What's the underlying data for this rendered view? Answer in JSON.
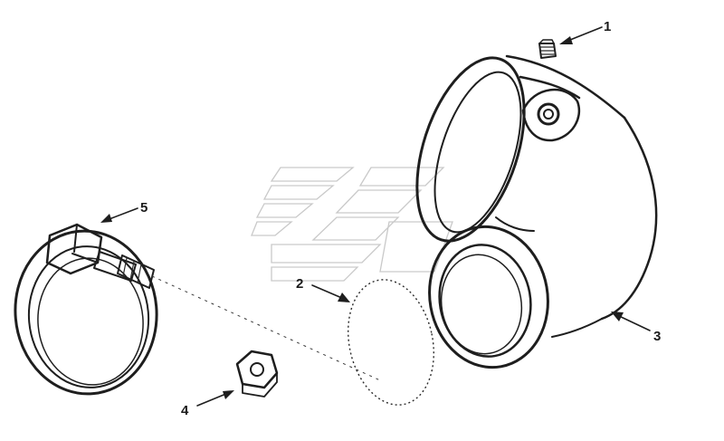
{
  "diagram": {
    "callouts": [
      {
        "id": "1",
        "label": "1"
      },
      {
        "id": "2",
        "label": "2"
      },
      {
        "id": "3",
        "label": "3"
      },
      {
        "id": "4",
        "label": "4"
      },
      {
        "id": "5",
        "label": "5"
      }
    ]
  },
  "colors": {
    "ink": "#1e1e1e",
    "watermark": "#c9c9c9",
    "background": "#ffffff"
  }
}
